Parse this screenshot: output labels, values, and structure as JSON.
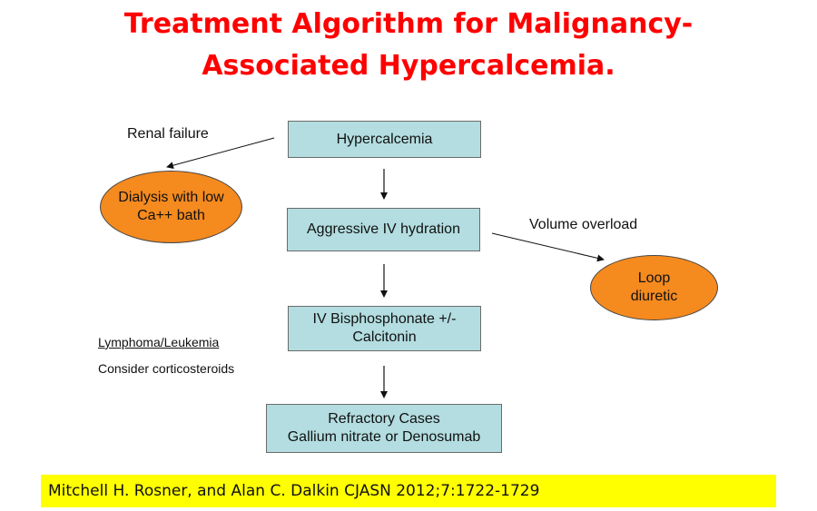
{
  "title": {
    "line1": "Treatment Algorithm for Malignancy-",
    "line2": "Associated Hypercalcemia."
  },
  "flow": {
    "hypercalcemia": "Hypercalcemia",
    "hydration": "Aggressive IV hydration",
    "bisphosphonate_line1": "IV Bisphosphonate +/-",
    "bisphosphonate_line2": "Calcitonin",
    "refractory_line1": "Refractory Cases",
    "refractory_line2": "Gallium nitrate or Denosumab"
  },
  "branches": {
    "renal_failure_label": "Renal failure",
    "dialysis_line1": "Dialysis with low",
    "dialysis_line2": "Ca++ bath",
    "volume_overload_label": "Volume overload",
    "loop_line1": "Loop",
    "loop_line2": "diuretic"
  },
  "notes": {
    "lymphoma": "Lymphoma/Leukemia",
    "corticosteroids": "Consider corticosteroids"
  },
  "citation": "Mitchell H. Rosner, and Alan C. Dalkin CJASN 2012;7:1722-1729",
  "colors": {
    "title": "#ff0000",
    "box_fill": "#b3dde0",
    "oval_fill": "#f58a1f",
    "citation_bg": "#ffff00"
  }
}
